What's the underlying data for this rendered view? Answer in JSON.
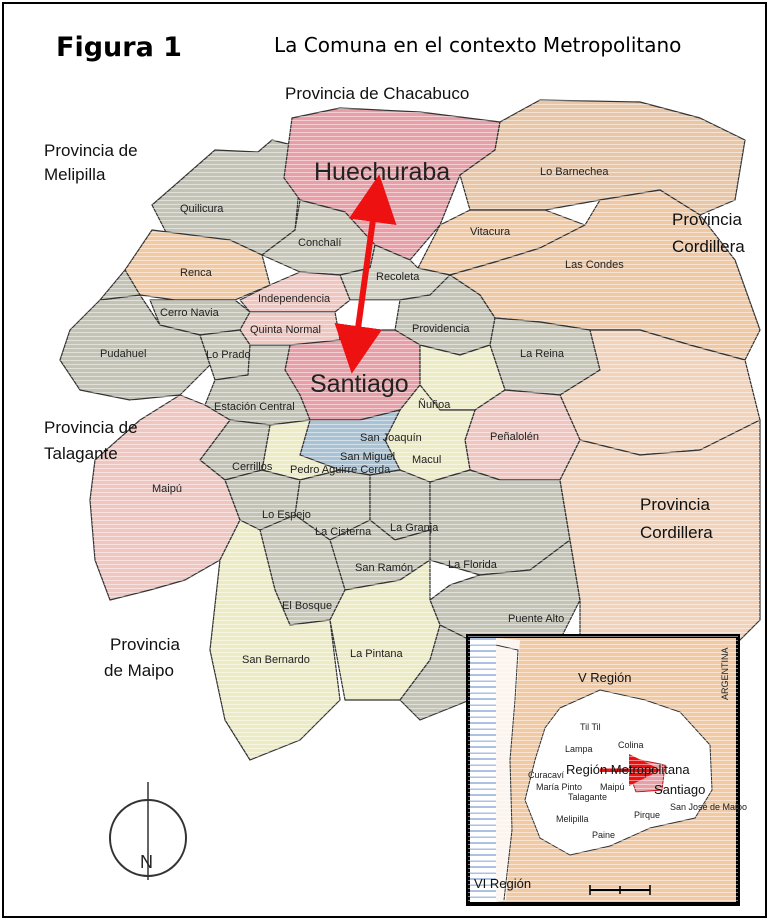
{
  "figure_label": "Figura 1",
  "subtitle": "La Comuna en el contexto Metropolitano",
  "provinces": {
    "chacabuco": "Provincia de Chacabuco",
    "melipilla": [
      "Provincia de",
      "Melipilla"
    ],
    "cordillera_top": [
      "Provincia",
      "Cordillera"
    ],
    "talagante": [
      "Provincia de",
      "Talagante"
    ],
    "cordillera_bottom": [
      "Provincia",
      "Cordillera"
    ],
    "maipo": [
      "Provincia",
      "de Maipo"
    ]
  },
  "highlighted": {
    "huechuraba": "Huechuraba",
    "santiago": "Santiago",
    "highlight_color": "#e8a0a8",
    "arrow_color": "#ee1111"
  },
  "comunas": {
    "quilicura": "Quilicura",
    "lo_barnechea": "Lo Barnechea",
    "vitacura": "Vitacura",
    "conchali": "Conchalí",
    "renca": "Renca",
    "recoleta": "Recoleta",
    "las_condes": "Las Condes",
    "independencia": "Independencia",
    "cerro_navia": "Cerro Navia",
    "quinta_normal": "Quinta Normal",
    "providencia": "Providencia",
    "pudahuel": "Pudahuel",
    "lo_prado": "Lo Prado",
    "la_reina": "La Reina",
    "estacion_central": "Estación Central",
    "nunoa": "Ñuñoa",
    "san_joaquin": "San Joaquín",
    "san_miguel": "San Miguel",
    "penalolen": "Peñalolén",
    "cerrillos": "Cerrillos",
    "pedro_aguirre_cerda": "Pedro Aguirre Cerda",
    "macul": "Macul",
    "maipu": "Maipú",
    "lo_espejo": "Lo Espejo",
    "la_cisterna": "La Cisterna",
    "la_granja": "La Granja",
    "san_ramon": "San Ramón",
    "la_florida": "La Florida",
    "el_bosque": "El Bosque",
    "puente_alto": "Puente Alto",
    "san_bernardo": "San Bernardo",
    "la_pintana": "La Pintana"
  },
  "inset": {
    "v_region": "V Región",
    "argentina": "ARGENTINA",
    "region_metropolitana": "Región Metropolitana",
    "santiago": "Santiago",
    "vi_region": "VI Región",
    "towns": [
      "Til Til",
      "Colina",
      "Lampa",
      "Curacaví",
      "María Pinto",
      "Talagante",
      "Maipú",
      "Melipilla",
      "Pirque",
      "Paine",
      "San José de Maipo"
    ]
  },
  "compass": {
    "north_label": "N"
  },
  "icons": {
    "north_arrow": "north-arrow-icon"
  },
  "colors": {
    "gray_zone": "#c4c4b6",
    "orange_zone": "#f1c9a3",
    "pink_zone": "#efc6c0",
    "yellow_zone": "#ecebc4",
    "blue_zone": "#a9c2d4",
    "highlight": "#e8a0a8",
    "arrow": "#ee1111",
    "sea": "#b4c7e4"
  }
}
